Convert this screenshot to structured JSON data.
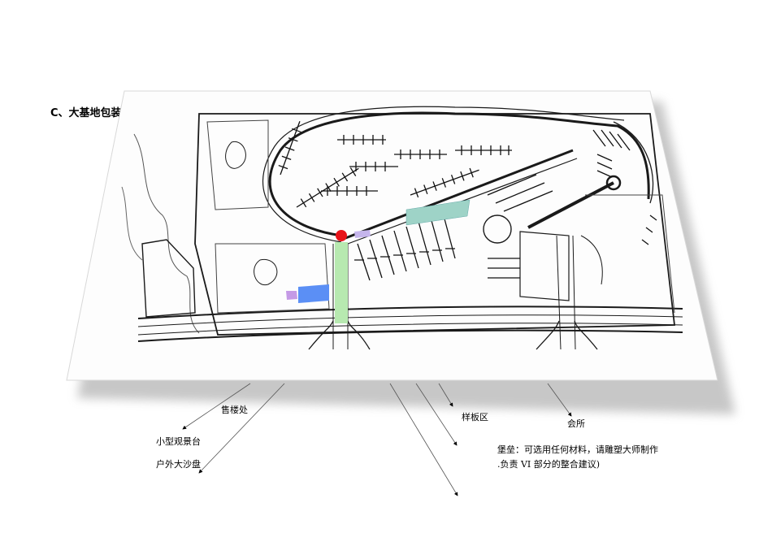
{
  "heading": "C、大基地包装方",
  "labels": {
    "sales_office": "售楼处",
    "observation_deck": "小型观景台",
    "outdoor_sandtable": "户外大沙盘",
    "model_area": "样板区",
    "clubhouse": "会所",
    "note_line1": "堡垒：可选用任何材料，请雕塑大师制作",
    "note_line2": ".负责 VI 部分的整合建议)"
  }
}
